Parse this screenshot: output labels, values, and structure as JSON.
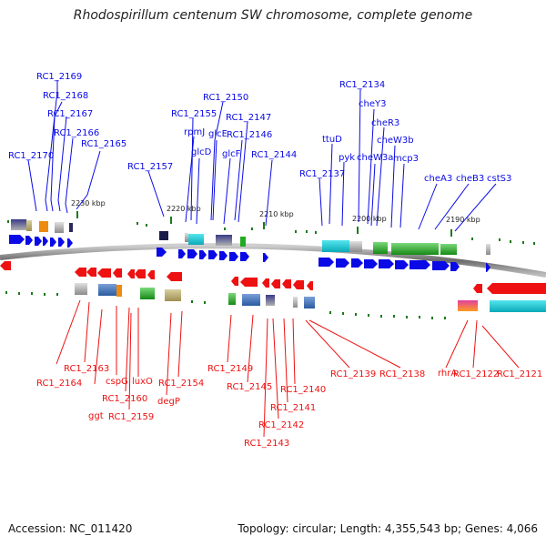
{
  "title": "Rhodospirillum centenum SW chromosome, complete genome",
  "footer": {
    "accession": "Accession: NC_011420",
    "summary": "Topology: circular; Length: 4,355,543 bp; Genes: 4,066"
  },
  "colors": {
    "forward_strand": "#0a0ae6",
    "reverse_strand": "#ee1111",
    "backbone": "#8a8a8a",
    "tick": "#1a7a1a"
  },
  "scale": {
    "ticks": [
      {
        "label": "2230 kbp"
      },
      {
        "label": "2220 kbp"
      },
      {
        "label": "2210 kbp"
      },
      {
        "label": "2200 kbp"
      },
      {
        "label": "2190 kbp"
      }
    ]
  },
  "genes_top": [
    {
      "label": "RC1_2169"
    },
    {
      "label": "RC1_2168"
    },
    {
      "label": "RC1_2167"
    },
    {
      "label": "RC1_2166"
    },
    {
      "label": "RC1_2165"
    },
    {
      "label": "RC1_2170"
    },
    {
      "label": "RC1_2157"
    },
    {
      "label": "RC1_2150"
    },
    {
      "label": "RC1_2155"
    },
    {
      "label": "rpmJ"
    },
    {
      "label": "glcE"
    },
    {
      "label": "RC1_2147"
    },
    {
      "label": "RC1_2146"
    },
    {
      "label": "glcD"
    },
    {
      "label": "glcF"
    },
    {
      "label": "RC1_2144"
    },
    {
      "label": "RC1_2134"
    },
    {
      "label": "cheY3"
    },
    {
      "label": "ttuD"
    },
    {
      "label": "cheR3"
    },
    {
      "label": "cheW3b"
    },
    {
      "label": "pyk"
    },
    {
      "label": "cheW3a"
    },
    {
      "label": "mcp3"
    },
    {
      "label": "RC1_2137"
    },
    {
      "label": "cheA3"
    },
    {
      "label": "cheB3"
    },
    {
      "label": "cstS3"
    }
  ],
  "genes_bottom": [
    {
      "label": "RC1_2164"
    },
    {
      "label": "RC1_2163"
    },
    {
      "label": "cspG"
    },
    {
      "label": "luxO"
    },
    {
      "label": "RC1_2160"
    },
    {
      "label": "ggt"
    },
    {
      "label": "RC1_2159"
    },
    {
      "label": "RC1_2154"
    },
    {
      "label": "degP"
    },
    {
      "label": "RC1_2149"
    },
    {
      "label": "RC1_2145"
    },
    {
      "label": "RC1_2140"
    },
    {
      "label": "RC1_2141"
    },
    {
      "label": "RC1_2142"
    },
    {
      "label": "RC1_2143"
    },
    {
      "label": "RC1_2139"
    },
    {
      "label": "RC1_2138"
    },
    {
      "label": "rhrA"
    },
    {
      "label": "RC1_2122"
    },
    {
      "label": "RC1_2121"
    }
  ]
}
